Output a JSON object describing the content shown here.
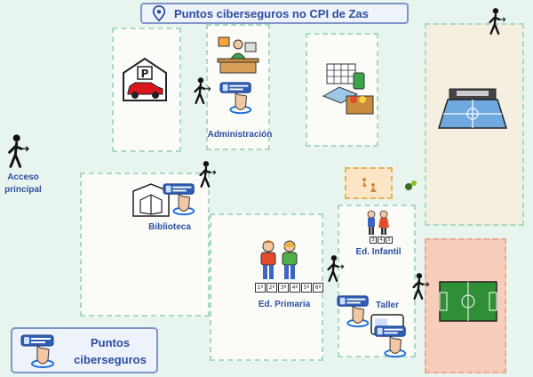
{
  "map": {
    "title": "Puntos ciberseguros no CPI de Zas",
    "places": {
      "acceso": "Acceso principal",
      "administracion": "Administración",
      "biblioteca": "Biblioteca",
      "infantil": "Ed. Infantil",
      "primaria": "Ed. Primaria",
      "taller": "Taller"
    },
    "primary_grades": [
      "1º",
      "2º",
      "3º",
      "4º",
      "5º",
      "6º"
    ],
    "infantil_grades": [
      "3",
      "4",
      "5"
    ],
    "legend": {
      "label": "Puntos ciberseguros"
    },
    "colors": {
      "label": "#2b4ea0",
      "path": "#a9d9c5",
      "court": "#f7cdbb",
      "yard": "#f4efe1",
      "cybersafe": "#1e6fd9"
    },
    "icons": {
      "title": "location-pin-icon",
      "person": "walking-person-icon",
      "cyber_point": "cybersafe-point-icon",
      "parking": "parking-icon",
      "office": "office-worker-icon",
      "dining": "cafeteria-icon",
      "sports": "sports-pavilion-icon",
      "playground": "playground-icon",
      "soccer": "soccer-field-icon",
      "library": "library-book-icon",
      "children": "children-icon"
    }
  }
}
